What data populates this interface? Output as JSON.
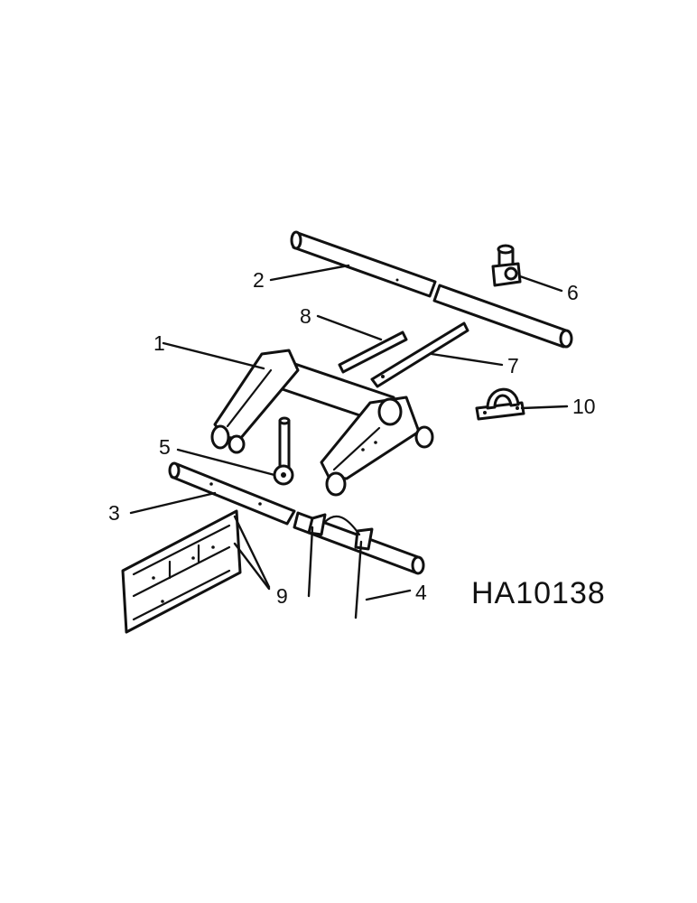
{
  "drawing_id": "HA10138",
  "colors": {
    "ink": "#111111",
    "paper": "#ffffff"
  },
  "callouts": [
    {
      "id": "1",
      "part": "cross-frame"
    },
    {
      "id": "2",
      "part": "long-tube"
    },
    {
      "id": "3",
      "part": "left-shaft"
    },
    {
      "id": "4",
      "part": "right-shaft-with-rods"
    },
    {
      "id": "5",
      "part": "pin-with-eye"
    },
    {
      "id": "6",
      "part": "clamp-block"
    },
    {
      "id": "7",
      "part": "long-flat-bar"
    },
    {
      "id": "8",
      "part": "short-flat-bar"
    },
    {
      "id": "9",
      "part": "mounting-plates"
    },
    {
      "id": "10",
      "part": "saddle-clamp"
    }
  ]
}
